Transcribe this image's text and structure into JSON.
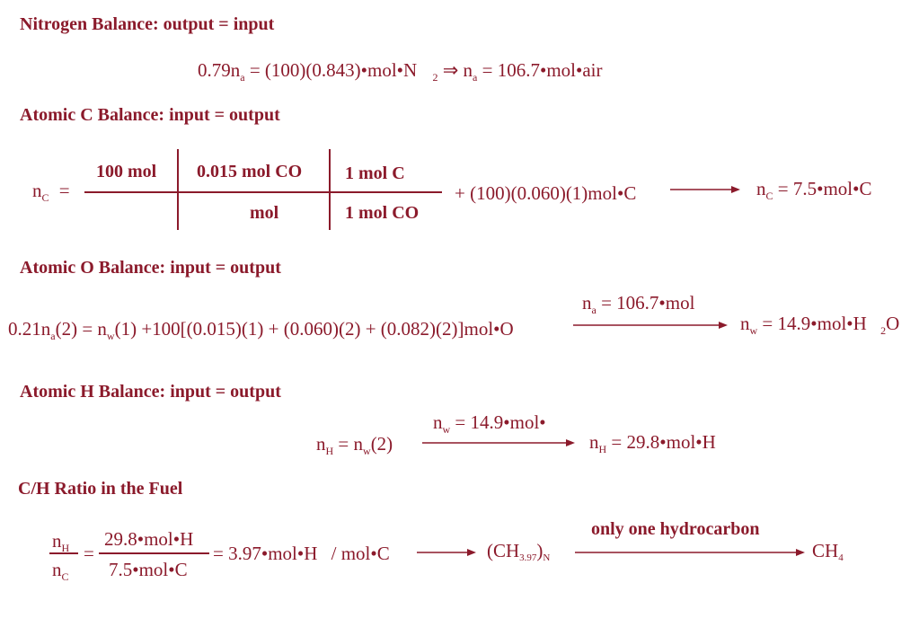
{
  "theme": {
    "text_color": "#8b1a2b",
    "background": "#ffffff"
  },
  "nitrogen": {
    "heading": "Nitrogen Balance: output = input",
    "lhs_coef": "0.79n",
    "a": "a",
    "rhs_value": "= (100)(0.843)•mol•N",
    "two": "2",
    "implies_na": "⇒ n",
    "result": "= 106.7•mol•air"
  },
  "carbon": {
    "heading": "Atomic C Balance: input = output",
    "nc": "n",
    "c": "C",
    "equals": "=",
    "cell_100mol": "100 mol",
    "cell_015": "0.015 mol CO",
    "cell_1molc": "1 mol C",
    "cell_mol": "mol",
    "cell_1molco": "1 mol CO",
    "plus_term": "+ (100)(0.060)(1)mol•C",
    "result_n": "n",
    "result_c": "C",
    "result_value": "= 7.5•mol•C"
  },
  "oxygen": {
    "heading": "Atomic O Balance: input = output",
    "lhs_a": "0.21n",
    "a": "a",
    "part2": "(2) = n",
    "w": "w",
    "part3": "(1) +100[(0.015)(1) + (0.060)(2) + (0.082)(2)]mol•O",
    "above_n": "n",
    "above_a": "a",
    "above_value": "= 106.7•mol",
    "result_n": "n",
    "result_w": "w",
    "result_value": "= 14.9•mol•H",
    "result_two": "2",
    "result_o": "O"
  },
  "hydrogen": {
    "heading": "Atomic H Balance: input = output",
    "lhs_n": "n",
    "h": "H",
    "lhs_mid": "= n",
    "w": "w",
    "lhs_end": "(2)",
    "above_n": "n",
    "above_w": "w",
    "above_value": "= 14.9•mol•",
    "result_n": "n",
    "result_h": "H",
    "result_value": "= 29.8•mol•H"
  },
  "ratio": {
    "heading": "C/H Ratio in the Fuel",
    "num_n": "n",
    "num_h": "H",
    "den_n": "n",
    "den_c": "C",
    "eq1": "=",
    "num_value": "29.8•mol•H",
    "den_value": "7.5•mol•C",
    "result": "= 3.97•mol•H",
    "per": "/ mol•C",
    "ch_open": "(CH",
    "ch_sub": "3.97",
    "ch_close": ")",
    "ch_n": "N",
    "arrow_label": "only one hydrocarbon",
    "ch4": "CH",
    "four": "4"
  }
}
